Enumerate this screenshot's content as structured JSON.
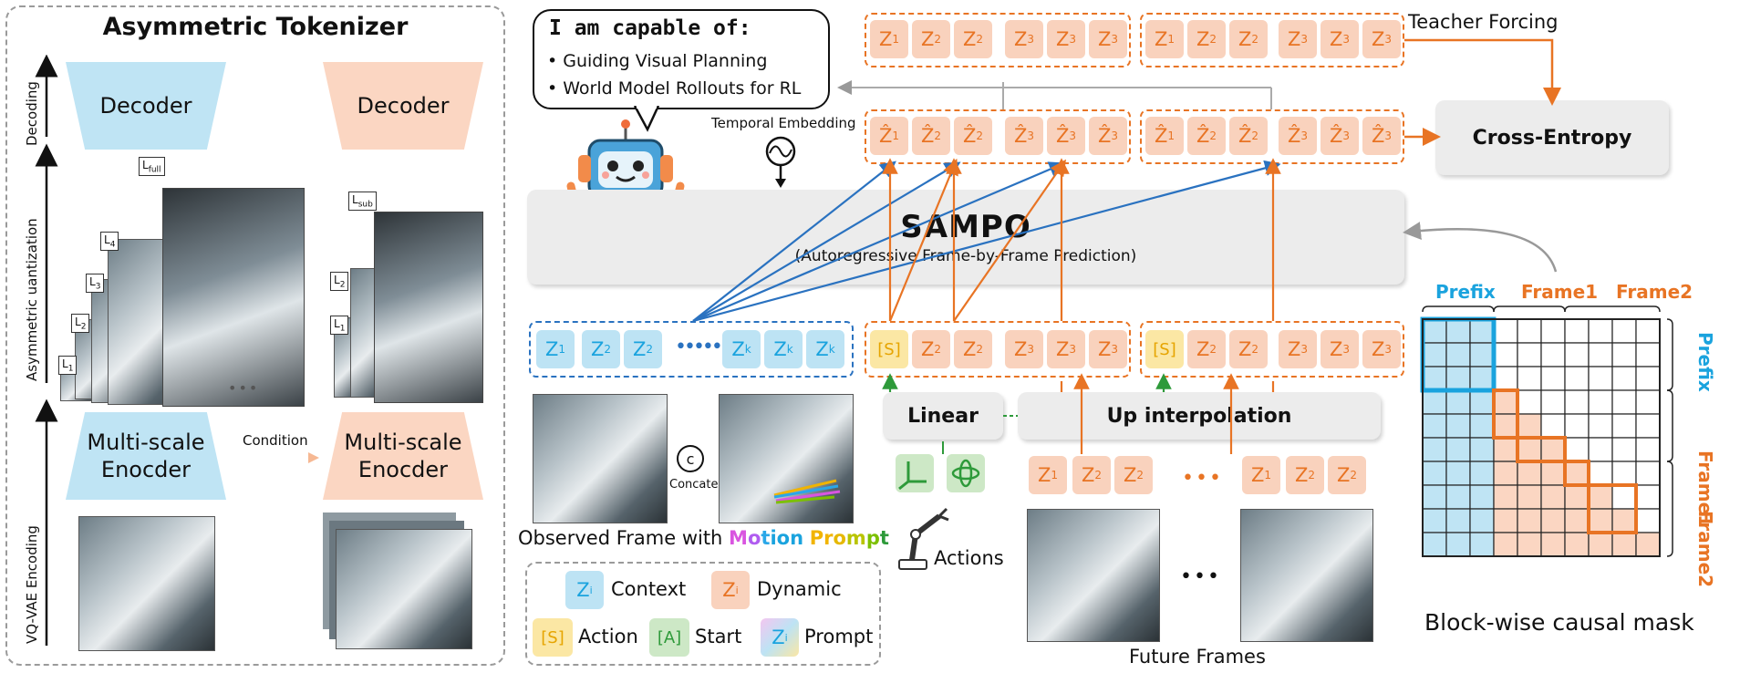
{
  "left_panel": {
    "title": "Asymmetric Tokenizer",
    "axis_decoding": "Decoding",
    "axis_quantization": "Asymmetric uantization",
    "axis_encoding": "VQ-VAE Encoding",
    "decoder_left": "Decoder",
    "decoder_right": "Decoder",
    "encoder_left": "Multi-scale\nEnocder",
    "encoder_right": "Multi-scale\nEnocder",
    "condition": "Condition",
    "left_levels": [
      "L",
      "L",
      "L",
      "L",
      "L"
    ],
    "left_level_subs": [
      "1",
      "2",
      "3",
      "4",
      "full"
    ],
    "right_levels": [
      "L",
      "L",
      "L"
    ],
    "right_level_subs": [
      "1",
      "2",
      "sub"
    ],
    "ellipsis": "•••"
  },
  "bubble": {
    "title": "I am capable of:",
    "items": [
      "Guiding Visual Planning",
      "World Model Rollouts for RL"
    ]
  },
  "temporal_embedding": "Temporal Embedding",
  "sampo": {
    "title": "SAMPO",
    "subtitle": "(Autoregressive Frame-by-Frame Prediction)"
  },
  "tokens": {
    "z": "Z",
    "zhat": "Ẑ",
    "teacher_row1": [
      "1",
      "2",
      "2",
      "3",
      "3",
      "3"
    ],
    "teacher_row2": [
      "1",
      "2",
      "2",
      "3",
      "3",
      "3"
    ],
    "context": [
      "1",
      "2",
      "2",
      "k",
      "k",
      "k"
    ],
    "dots": "•••••",
    "start_token": "[S]",
    "frame_in_1": [
      "2",
      "2",
      "3",
      "3",
      "3"
    ],
    "frame_in_2": [
      "2",
      "2",
      "3",
      "3",
      "3"
    ],
    "future_a": [
      "1",
      "2",
      "2"
    ],
    "future_b": [
      "1",
      "2",
      "2"
    ],
    "future_dots": "•••"
  },
  "teacher_forcing": "Teacher Forcing",
  "cross_entropy": "Cross-Entropy",
  "linear": "Linear",
  "up_interpolation": "Up interpolation",
  "actions": "Actions",
  "concate": "Concate",
  "concate_symbol": "c",
  "observed_caption": {
    "prefix": "Observed Frame with ",
    "motion_letters": [
      "M",
      "o",
      "t",
      "i",
      "o",
      "n"
    ],
    "prompt_letters": [
      "P",
      "r",
      "o",
      "m",
      "p",
      "t"
    ]
  },
  "future_frames": "Future Frames",
  "legend": {
    "context": "Context",
    "dynamic": "Dynamic",
    "action_token": "[S]",
    "action": "Action",
    "start_token": "[A]",
    "start": "Start",
    "prompt": "Prompt",
    "zi": "Z",
    "sub_i": "i"
  },
  "mask": {
    "title": "Block-wise causal mask",
    "col_labels": [
      "Prefix",
      "Frame1",
      "Frame2"
    ],
    "row_labels": [
      "Prefix",
      "Frame1",
      "Frame2"
    ]
  },
  "colors": {
    "orange": "#e87424",
    "blue": "#1aa3de",
    "dark_blue": "#2a72c0",
    "green": "#2e9a3a",
    "motion": [
      "#d955e0",
      "#b05cf0",
      "#2aa7e8",
      "#1aa3de",
      "#1aa3de",
      "#1aa3de"
    ],
    "prompt": [
      "#f1b400",
      "#f1b400",
      "#e6b800",
      "#b9c400",
      "#7cc000",
      "#2e9a3a"
    ]
  }
}
